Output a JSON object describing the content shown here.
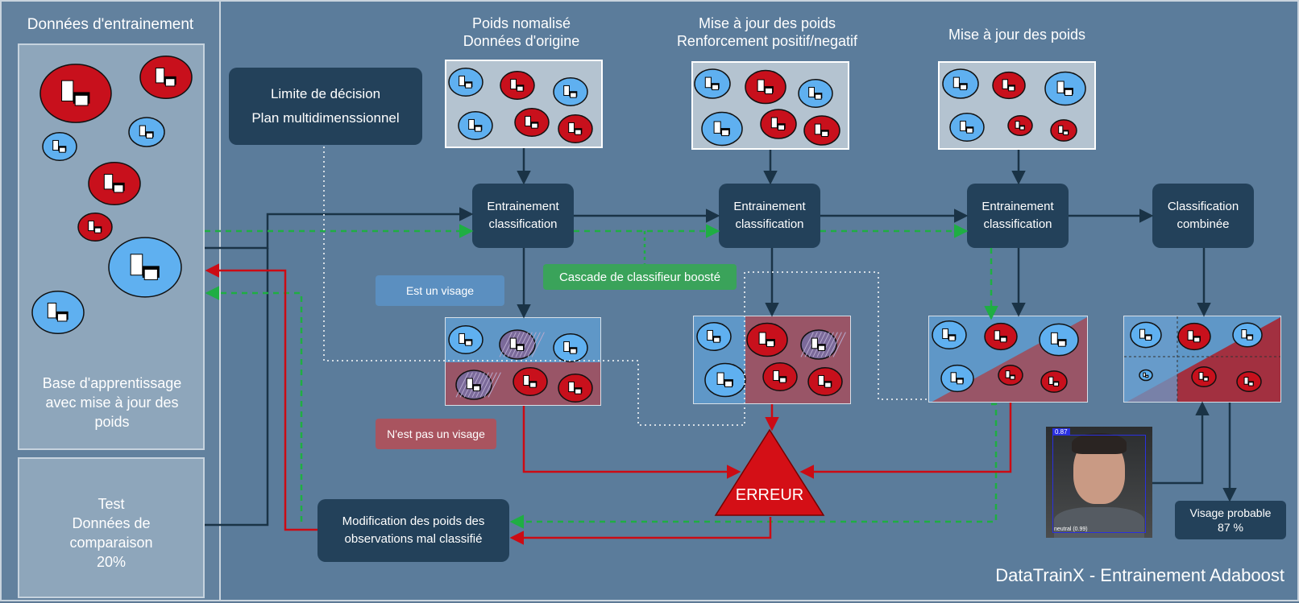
{
  "sidebar": {
    "title": "Données d'entrainement",
    "training_label": "Base d'apprentissage avec mise à jour des poids",
    "test_label": [
      "Test",
      "Données de",
      "comparaison",
      "20%"
    ]
  },
  "decision_box": [
    "Limite de décision",
    "Plan multidimenssionnel"
  ],
  "stages": [
    {
      "header": [
        "Poids nomalisé",
        "Données d'origine"
      ],
      "box": "Entrainement classification"
    },
    {
      "header": [
        "Mise à jour des poids",
        "Renforcement positif/negatif"
      ],
      "box": "Entrainement classification"
    },
    {
      "header": [
        "Mise à jour des poids"
      ],
      "box": "Entrainement classification"
    }
  ],
  "combined_box": "Classification combinée",
  "tags": {
    "face": "Est un visage",
    "not_face": "N'est pas un visage",
    "cascade": "Cascade de classifieur boosté"
  },
  "error_label": "ERREUR",
  "weight_update_box": "Modification des poids des observations mal classifié",
  "result": {
    "label": "Visage probable",
    "percent": "87 %",
    "box_score": "0.87",
    "caption": "neutral (0.99)"
  },
  "footer": "DataTrainX - Entrainement Adaboost",
  "colors": {
    "background": "#5b7c9b",
    "dark_box": "#23415a",
    "face_blue": "#5fb0f0",
    "nonface_red": "#c8101c",
    "arrow_dark": "#1a3346",
    "arrow_red": "#cc0b14",
    "arrow_green": "#1fae43",
    "cascade_tag": "#3aa35a",
    "face_tag": "#5b8fc0",
    "nonface_tag": "#a9545f"
  }
}
